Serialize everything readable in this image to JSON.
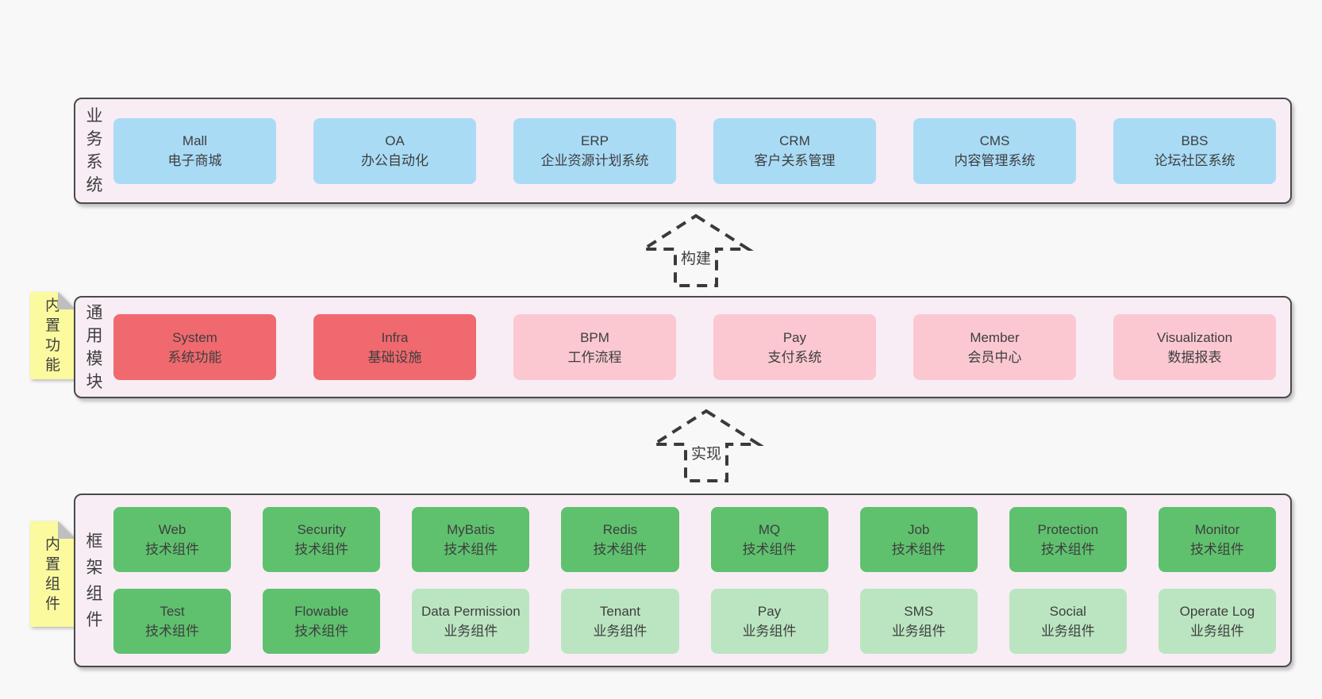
{
  "layers": {
    "business": {
      "label": "业务系统",
      "boxes": [
        {
          "name": "Mall",
          "desc": "电子商城",
          "type": "blue"
        },
        {
          "name": "OA",
          "desc": "办公自动化",
          "type": "blue"
        },
        {
          "name": "ERP",
          "desc": "企业资源计划系统",
          "type": "blue"
        },
        {
          "name": "CRM",
          "desc": "客户关系管理",
          "type": "blue"
        },
        {
          "name": "CMS",
          "desc": "内容管理系统",
          "type": "blue"
        },
        {
          "name": "BBS",
          "desc": "论坛社区系统",
          "type": "blue"
        }
      ]
    },
    "modules": {
      "label": "通用模块",
      "note": "内置功能",
      "boxes": [
        {
          "name": "System",
          "desc": "系统功能",
          "type": "red"
        },
        {
          "name": "Infra",
          "desc": "基础设施",
          "type": "red"
        },
        {
          "name": "BPM",
          "desc": "工作流程",
          "type": "pink"
        },
        {
          "name": "Pay",
          "desc": "支付系统",
          "type": "pink"
        },
        {
          "name": "Member",
          "desc": "会员中心",
          "type": "pink"
        },
        {
          "name": "Visualization",
          "desc": "数据报表",
          "type": "pink"
        }
      ]
    },
    "framework": {
      "label": "框架组件",
      "note": "内置组件",
      "boxes": [
        {
          "name": "Web",
          "desc": "技术组件",
          "type": "green"
        },
        {
          "name": "Security",
          "desc": "技术组件",
          "type": "green"
        },
        {
          "name": "MyBatis",
          "desc": "技术组件",
          "type": "green"
        },
        {
          "name": "Redis",
          "desc": "技术组件",
          "type": "green"
        },
        {
          "name": "MQ",
          "desc": "技术组件",
          "type": "green"
        },
        {
          "name": "Job",
          "desc": "技术组件",
          "type": "green"
        },
        {
          "name": "Protection",
          "desc": "技术组件",
          "type": "green"
        },
        {
          "name": "Monitor",
          "desc": "技术组件",
          "type": "green"
        },
        {
          "name": "Test",
          "desc": "技术组件",
          "type": "green"
        },
        {
          "name": "Flowable",
          "desc": "技术组件",
          "type": "green"
        },
        {
          "name": "Data Permission",
          "desc": "业务组件",
          "type": "lightgreen"
        },
        {
          "name": "Tenant",
          "desc": "业务组件",
          "type": "lightgreen"
        },
        {
          "name": "Pay",
          "desc": "业务组件",
          "type": "lightgreen"
        },
        {
          "name": "SMS",
          "desc": "业务组件",
          "type": "lightgreen"
        },
        {
          "name": "Social",
          "desc": "业务组件",
          "type": "lightgreen"
        },
        {
          "name": "Operate Log",
          "desc": "业务组件",
          "type": "lightgreen"
        }
      ]
    }
  },
  "arrows": {
    "build": {
      "label": "构建"
    },
    "implement": {
      "label": "实现"
    }
  },
  "colors": {
    "background": "#f8f8f8",
    "container": "#f8edf5",
    "border": "#4a4a4a",
    "text": "#3e3e3e",
    "blue": "#a9dbf5",
    "red": "#f0696e",
    "pink": "#fbc8d2",
    "green": "#5fc16e",
    "lightgreen": "#bae5c0",
    "note": "#fbfa9e",
    "fold": "#bfbfbf",
    "arrow": "#3a3a3a"
  }
}
